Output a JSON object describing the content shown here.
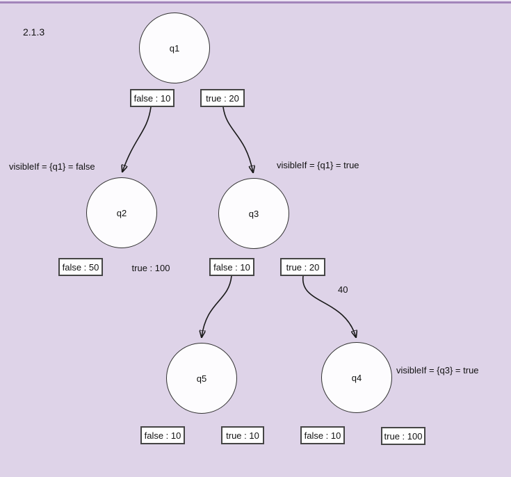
{
  "title": "2.1.3",
  "colors": {
    "background": "#ded3e8",
    "top_divider": "#a284ba",
    "node_fill": "#fdfcfe",
    "node_border": "#303030",
    "box_border": "#454545",
    "text": "#111111",
    "arrow": "#1a1a1a"
  },
  "nodes": [
    {
      "id": "q1",
      "label": "q1"
    },
    {
      "id": "q2",
      "label": "q2"
    },
    {
      "id": "q3",
      "label": "q3"
    },
    {
      "id": "q4",
      "label": "q4"
    },
    {
      "id": "q5",
      "label": "q5"
    }
  ],
  "edge_labels": [
    {
      "parent": "q1",
      "text": "false : 10",
      "boxed": true
    },
    {
      "parent": "q1",
      "text": "true : 20",
      "boxed": true
    },
    {
      "parent": "q2",
      "text": "false : 50",
      "boxed": true
    },
    {
      "parent": "q2",
      "text": "true : 100",
      "boxed": false
    },
    {
      "parent": "q3",
      "text": "false : 10",
      "boxed": true
    },
    {
      "parent": "q3",
      "text": "true : 20",
      "boxed": true
    },
    {
      "parent": "q5",
      "text": "false : 10",
      "boxed": true
    },
    {
      "parent": "q5",
      "text": "true : 10",
      "boxed": true
    },
    {
      "parent": "q4",
      "text": "false : 10",
      "boxed": true
    },
    {
      "parent": "q4",
      "text": "true : 100",
      "boxed": true
    }
  ],
  "annotations": [
    {
      "text": "visibleIf = {q1} = false"
    },
    {
      "text": "visibleIf = {q1} = true"
    },
    {
      "text": "visibleIf = {q3} = true"
    },
    {
      "text": "40"
    }
  ]
}
